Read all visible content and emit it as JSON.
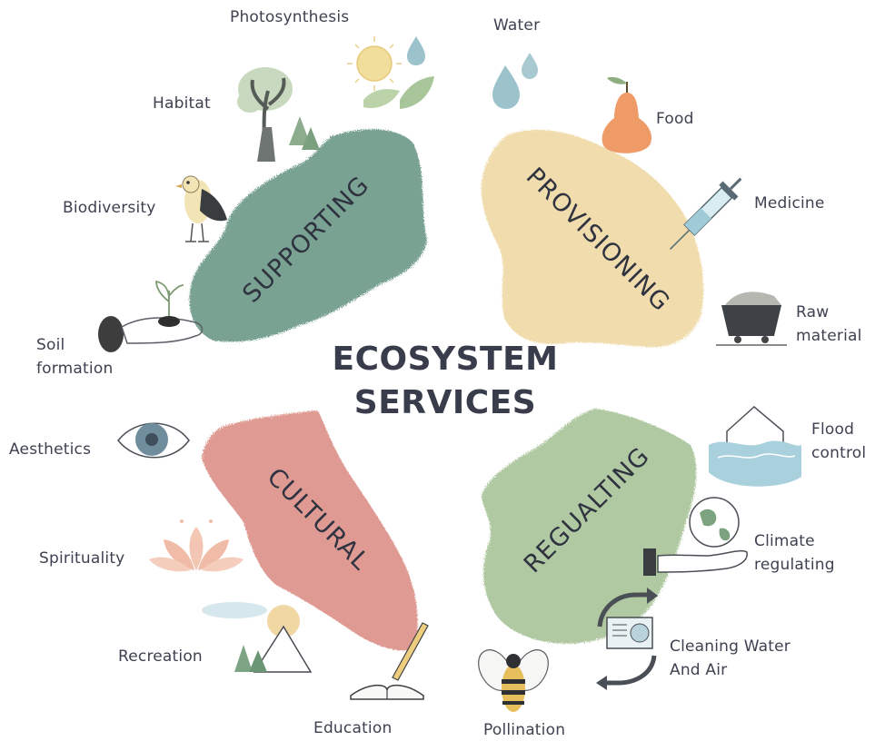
{
  "title": {
    "line1": "ECOSYSTEM",
    "line2": "SERVICES"
  },
  "categories": {
    "supporting": {
      "label": "SUPPORTING",
      "color": "#6e9a89"
    },
    "provisioning": {
      "label": "PROVISIONING",
      "color": "#efd9a6"
    },
    "cultural": {
      "label": "CULTURAL",
      "color": "#dc938a"
    },
    "regulating": {
      "label": "REGUALTING",
      "color": "#aac49a"
    }
  },
  "services": {
    "photosynthesis": "Photosynthesis",
    "habitat": "Habitat",
    "biodiversity": "Biodiversity",
    "soil_formation_1": "Soil",
    "soil_formation_2": "formation",
    "water": "Water",
    "food": "Food",
    "medicine": "Medicine",
    "raw_material_1": "Raw",
    "raw_material_2": "material",
    "aesthetics": "Aesthetics",
    "spirituality": "Spirituality",
    "recreation": "Recreation",
    "education": "Education",
    "flood_control_1": "Flood",
    "flood_control_2": "control",
    "climate_regulating_1": "Climate",
    "climate_regulating_2": "regulating",
    "cleaning_1": "Cleaning Water",
    "cleaning_2": "And Air",
    "pollination": "Pollination"
  },
  "icons": {
    "photosynthesis": "sun-leaf-icon",
    "habitat": "tree-icon",
    "biodiversity": "bird-icon",
    "soil_formation": "soil-hand-icon",
    "water": "water-drops-icon",
    "food": "pear-icon",
    "medicine": "syringe-icon",
    "raw_material": "mine-cart-icon",
    "aesthetics": "eye-icon",
    "spirituality": "lotus-icon",
    "recreation": "mountain-icon",
    "education": "book-pen-icon",
    "flood_control": "flooded-house-icon",
    "climate_regulating": "globe-hand-icon",
    "cleaning": "recycle-ac-icon",
    "pollination": "bee-icon"
  }
}
